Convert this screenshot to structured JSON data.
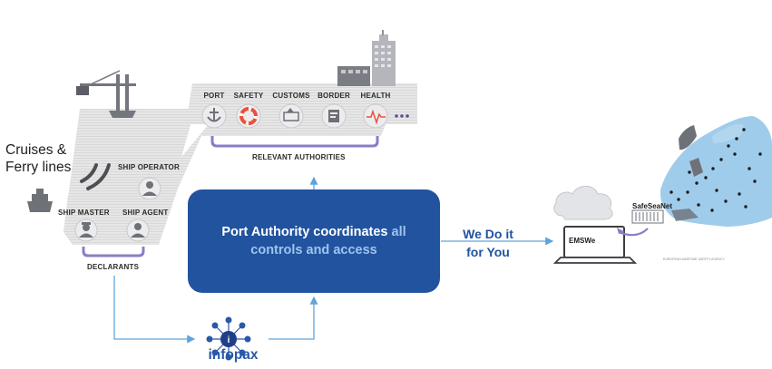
{
  "cruise_label": [
    "Cruises &",
    "Ferry lines"
  ],
  "authorities": [
    {
      "label": "PORT",
      "icon": "anchor-icon"
    },
    {
      "label": "SAFETY",
      "icon": "lifebuoy-icon"
    },
    {
      "label": "CUSTOMS",
      "icon": "customs-icon"
    },
    {
      "label": "BORDER",
      "icon": "border-control-icon"
    },
    {
      "label": "HEALTH",
      "icon": "heartbeat-icon"
    }
  ],
  "relevant_authorities_label": "RELEVANT AUTHORITIES",
  "parties": {
    "ship_operator": "SHIP OPERATOR",
    "ship_master": "SHIP MASTER",
    "ship_agent": "SHIP AGENT"
  },
  "declarants_label": "DECLARANTS",
  "central": {
    "text_main": "Port Authority coordinates ",
    "text_highlight_1": "all",
    "text_highlight_2": "controls and access"
  },
  "we_do_it": [
    "We Do it",
    "for You"
  ],
  "infopax_label": "infopax",
  "emswe_label": "EMSWe",
  "safeseanet_label": "SafeSeaNet",
  "emsa_label": "EUROPEAN MARITIME SAFETY AGENCY",
  "colors": {
    "box_blue": "#22539f",
    "highlight": "#9fc4ee",
    "arrow_blue": "#5fa4dc",
    "bracket_purple": "#8b7cc8",
    "map_blue": "#7fb8e4",
    "icon_gray": "#6e7078"
  }
}
